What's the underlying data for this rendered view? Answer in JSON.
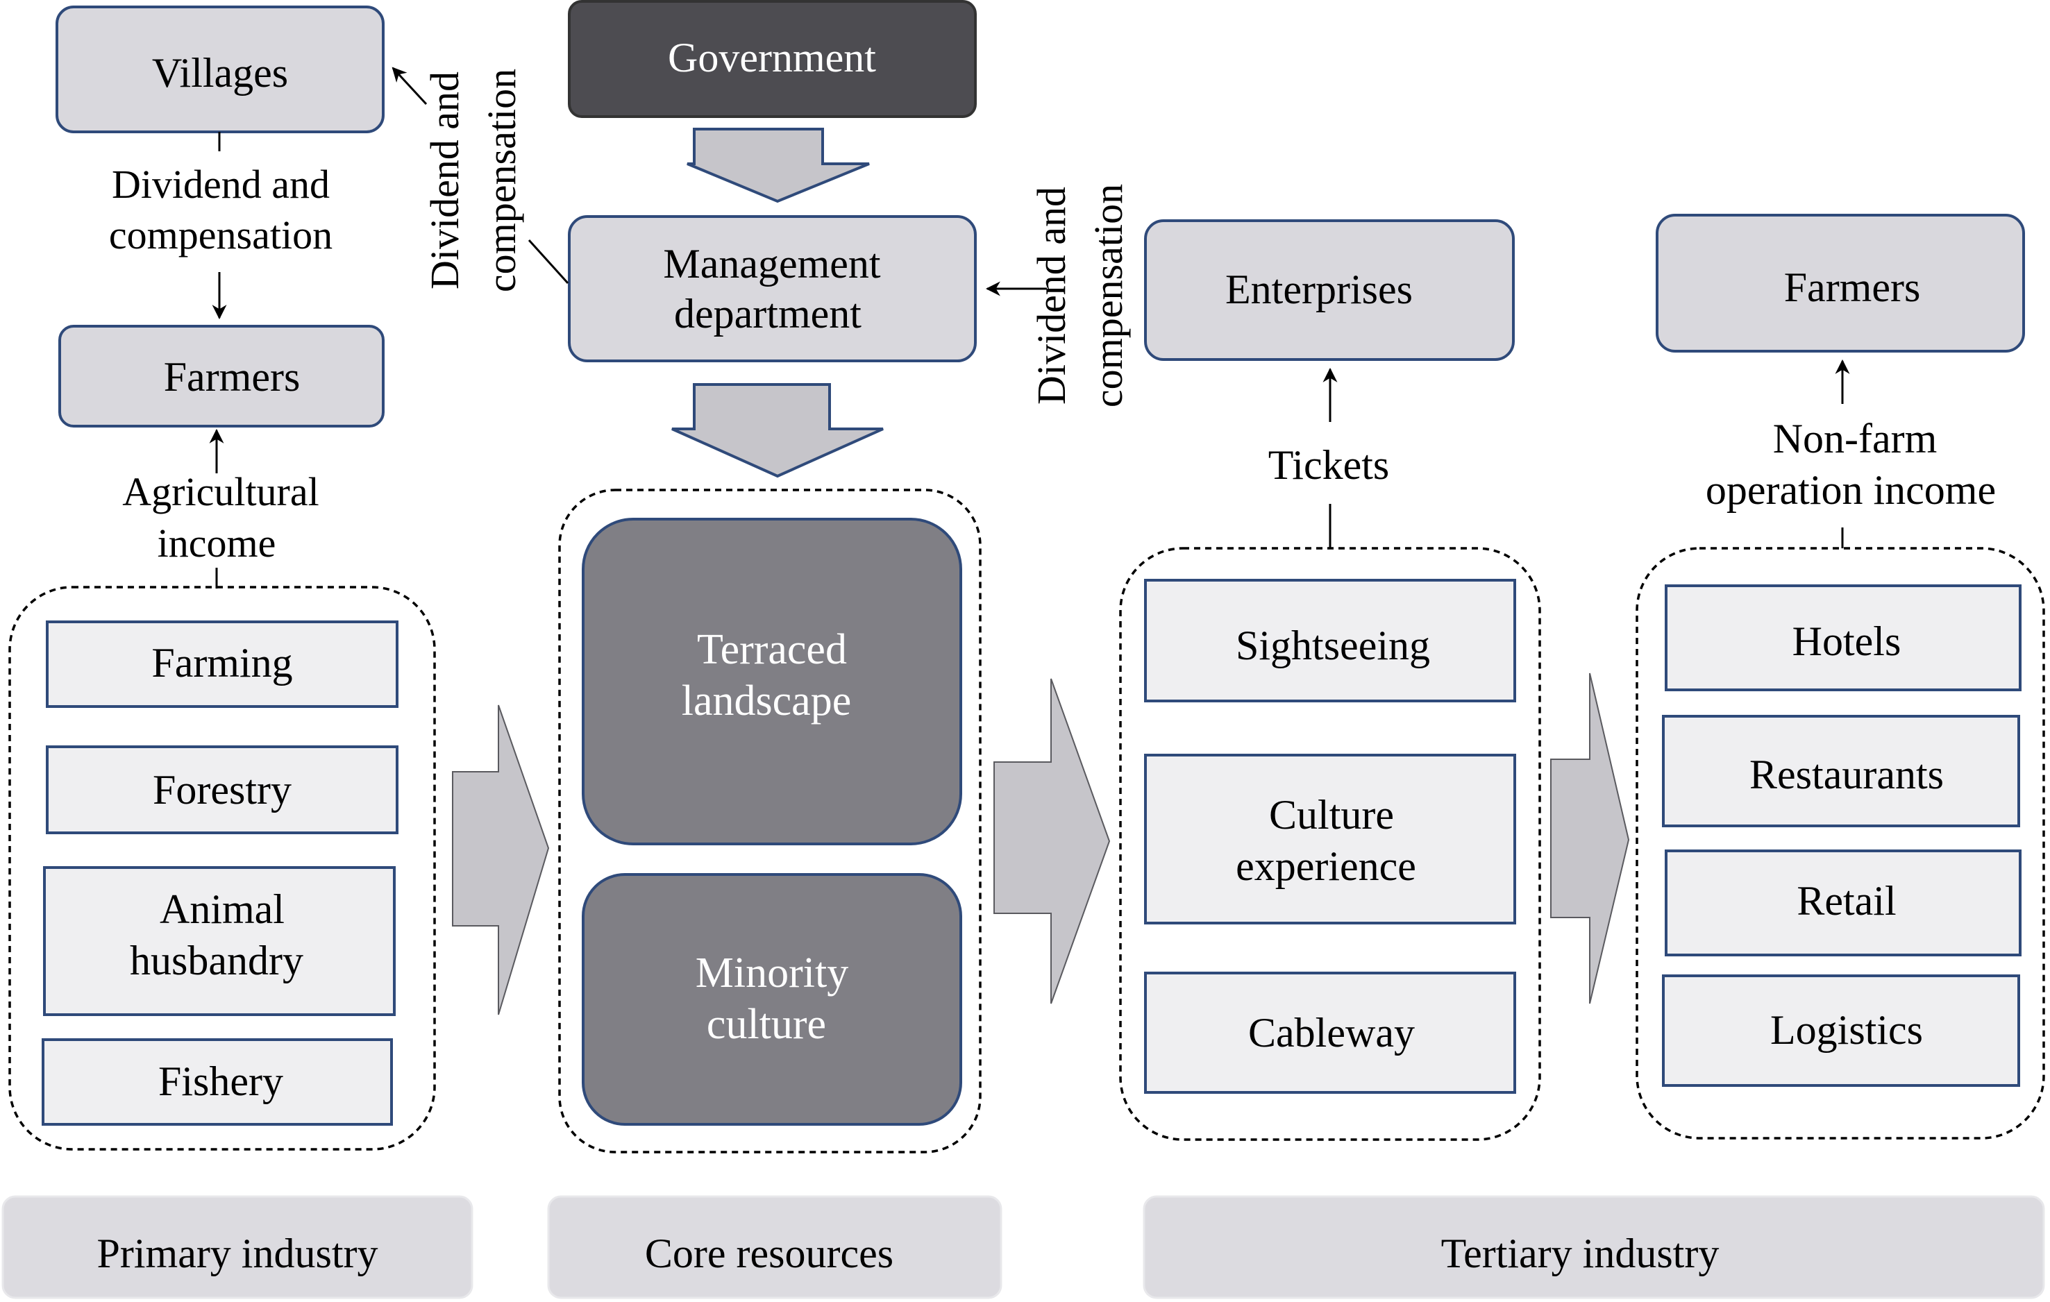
{
  "top": {
    "villages": "Villages",
    "government": "Government",
    "management": [
      "Management",
      "department"
    ],
    "enterprises": "Enterprises",
    "farmers_right": "Farmers"
  },
  "left": {
    "farmers": "Farmers",
    "dividend_label": [
      "Dividend and",
      "compensation"
    ],
    "agri_income": [
      "Agricultural",
      "income"
    ],
    "items": [
      "Farming",
      "Forestry",
      [
        "Animal",
        "husbandry"
      ],
      "Fishery"
    ]
  },
  "rotated_labels": {
    "left": [
      "Dividend and",
      "compensation"
    ],
    "right": [
      "Dividend and",
      "compensation"
    ]
  },
  "core": {
    "terraced": [
      "Terraced",
      "landscape"
    ],
    "minority": [
      "Minority",
      "culture"
    ]
  },
  "tertiary": {
    "tickets": "Tickets",
    "items": [
      "Sightseeing",
      [
        "Culture",
        "experience"
      ],
      "Cableway"
    ]
  },
  "services": {
    "nonfarm": [
      "Non-farm",
      "operation income"
    ],
    "items": [
      "Hotels",
      "Restaurants",
      "Retail",
      "Logistics"
    ]
  },
  "footer": {
    "primary": "Primary industry",
    "core": "Core resources",
    "tertiary": "Tertiary industry"
  },
  "colors": {
    "box_fill": "#d9d8dd",
    "box_stroke": "#2f4a7a",
    "dark_fill": "#4d4c51",
    "mid_fill": "#807f85",
    "item_fill": "#efeff1",
    "arrow_fill": "#c6c5ca",
    "footer_fill": "#dcdbe0"
  }
}
